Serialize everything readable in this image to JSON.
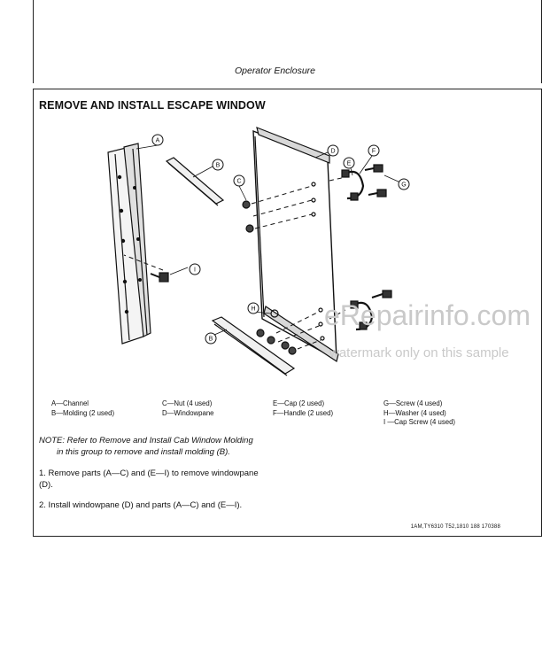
{
  "header": {
    "section": "Operator Enclosure"
  },
  "title": "REMOVE AND INSTALL ESCAPE WINDOW",
  "callouts": [
    "A",
    "B",
    "C",
    "D",
    "E",
    "F",
    "G",
    "H",
    "I"
  ],
  "legend": {
    "col1": [
      "A—Channel",
      "B—Molding (2 used)"
    ],
    "col2": [
      "C—Nut (4 used)",
      "D—Windowpane"
    ],
    "col3": [
      "E—Cap (2 used)",
      "F—Handle (2 used)"
    ],
    "col4": [
      "G—Screw (4 used)",
      "H—Washer (4 used)",
      "I —Cap Screw (4 used)"
    ]
  },
  "note": {
    "line1": "NOTE: Refer to Remove and Install Cab Window Molding",
    "line2": "in this group to remove and install molding (B)."
  },
  "steps": {
    "s1_line1": "1. Remove parts (A—C) and (E—I) to remove windowpane",
    "s1_line2": "(D).",
    "s2": "2. Install windowpane (D) and parts (A—C) and (E—I)."
  },
  "ref_code": "1AM,TY6310 T52,1810 188 170388",
  "watermark": {
    "main": "eRepairinfo.com",
    "sub": "watermark only on this sample"
  }
}
